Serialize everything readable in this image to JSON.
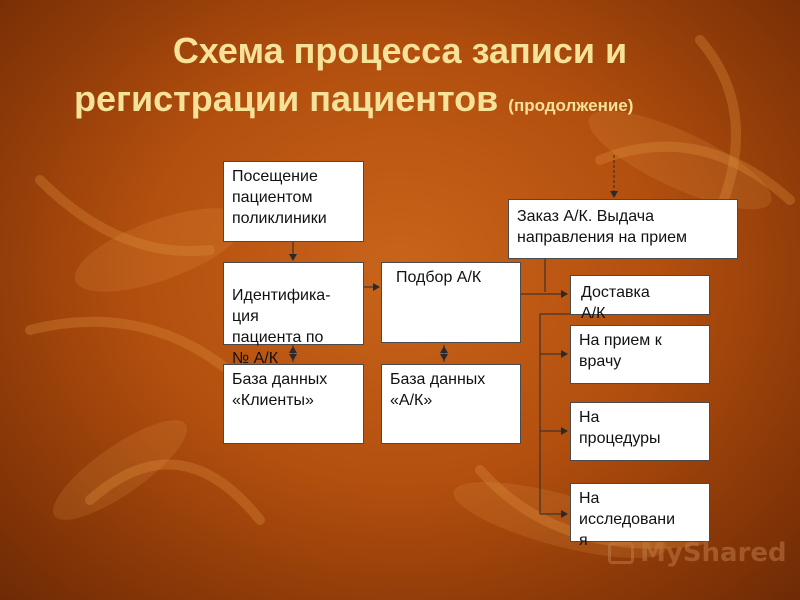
{
  "title": {
    "line1": "Схема процесса записи и",
    "line2": "регистрации пациентов",
    "note": "(продолжение)"
  },
  "boxes": {
    "visit": "Посещение\nпациентом\nполиклиники",
    "identification": "Идентифика-\nция\nпациента по\n№ А/К",
    "db_clients": "База данных\n«Клиенты»",
    "selection": "Подбор А/К",
    "db_ak": "База данных\n«А/К»",
    "order": "Заказ А/К. Выдача\nнаправления на прием",
    "delivery": "Доставка\nА/К",
    "appointment": "На прием к\nврачу",
    "procedures": "На\nпроцедуры",
    "research": "На\nисследовани\nя"
  },
  "watermark": "MyShared",
  "colors": {
    "title": "#f7e29a",
    "background": "#b4500f",
    "box_fill": "#ffffff",
    "line": "#2a2a2a"
  }
}
